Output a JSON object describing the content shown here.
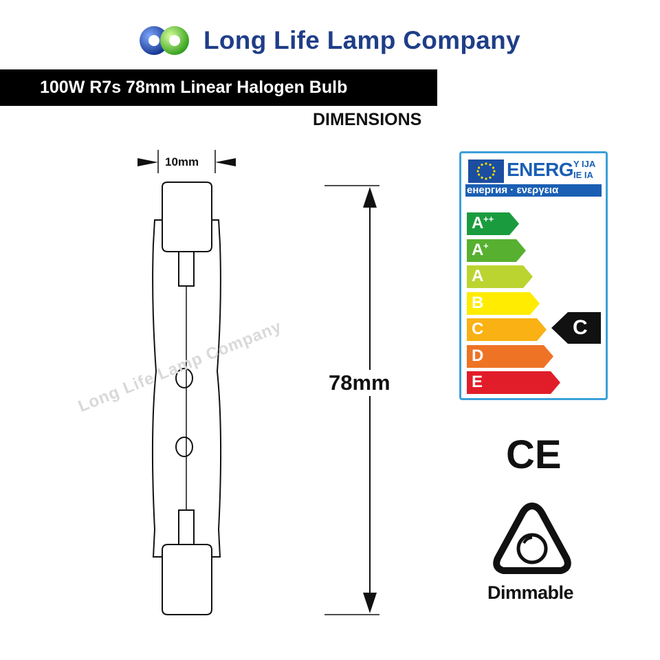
{
  "header": {
    "brand": "Long Life Lamp Company",
    "product_title": "100W R7s 78mm Linear Halogen Bulb",
    "section_label": "DIMENSIONS"
  },
  "drawing": {
    "width_label": "10mm",
    "length_label": "78mm",
    "watermark": "Long Life Lamp Company"
  },
  "energy_label": {
    "heading": "ENERG",
    "heading_suffix_top": "Y IJA",
    "heading_suffix_bottom": "IE IA",
    "subheading": "енергия · ενεργεια",
    "classes": [
      {
        "letter": "A",
        "sup": "++",
        "color": "#1a9c3e"
      },
      {
        "letter": "A",
        "sup": "+",
        "color": "#57b030"
      },
      {
        "letter": "A",
        "sup": "",
        "color": "#bcd430"
      },
      {
        "letter": "B",
        "sup": "",
        "color": "#ffec00"
      },
      {
        "letter": "C",
        "sup": "",
        "color": "#f9b114"
      },
      {
        "letter": "D",
        "sup": "",
        "color": "#ee7325"
      },
      {
        "letter": "E",
        "sup": "",
        "color": "#e21d2a"
      }
    ],
    "rating": "C"
  },
  "certifications": {
    "ce_mark": "CE",
    "dimmable_label": "Dimmable"
  },
  "colors": {
    "brand_blue": "#1f3e88",
    "label_border": "#3aa0d8",
    "label_blue": "#1a5fb4"
  }
}
